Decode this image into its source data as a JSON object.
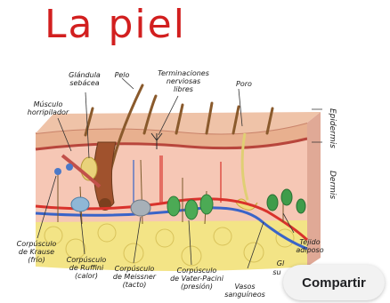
{
  "title": "La piel",
  "labels": {
    "glandula_sebacea": "Glándula\nsebácea",
    "pelo": "Pelo",
    "terminaciones": "Terminaciones\nnerviosas\nlibres",
    "poro": "Poro",
    "musculo": "Músculo\nhorripilador",
    "epidermis": "Epidermis",
    "dermis": "Dermis",
    "krause": "Corpúsculo\nde Krause\n(frío)",
    "ruffini": "Corpúsculo\nde Ruffini\n(calor)",
    "meissner": "Corpúsculo\nde Meissner\n(tacto)",
    "pacini": "Corpúsculo\nde Vater-Pacini\n(presión)",
    "vasos": "Vasos\nsanguíneos",
    "tejido": "Tejido\nadiposo",
    "gl_partial": "Gl",
    "su_partial": "su"
  },
  "share_button": {
    "label": "Compartir"
  },
  "colors": {
    "title": "#d21f1f",
    "epidermis": "#e8b08f",
    "dermis": "#f6c7b5",
    "adipose": "#f3e486",
    "vessel_red": "#d9322c",
    "vessel_blue": "#3a64c8",
    "gland_green": "#3f9c4a"
  }
}
